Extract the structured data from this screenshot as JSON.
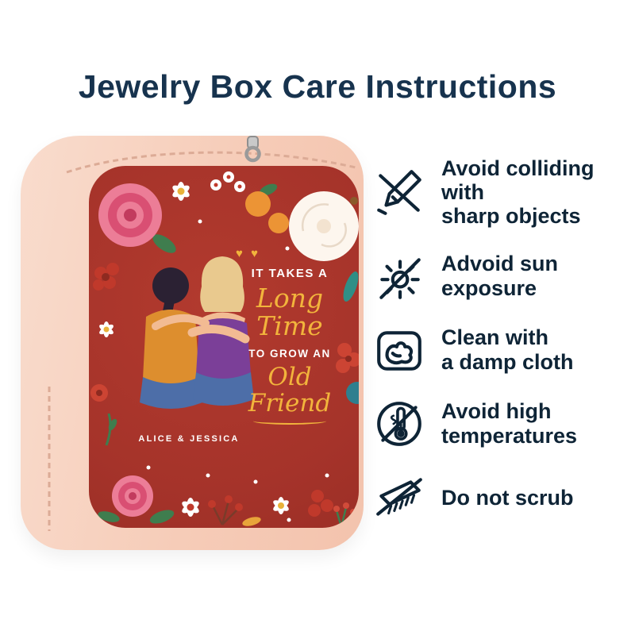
{
  "title": "Jewelry Box Care Instructions",
  "box": {
    "hearts": "♥ ♥",
    "quote_line1": "IT TAKES A",
    "quote_line2": "Long Time",
    "quote_line3": "TO GROW AN",
    "quote_line4": "Old Friend",
    "names": "ALICE & JESSICA"
  },
  "instructions": [
    {
      "icon": "no-sharp-objects-icon",
      "text": "Avoid colliding with\nsharp objects"
    },
    {
      "icon": "no-sun-exposure-icon",
      "text": "Advoid sun exposure"
    },
    {
      "icon": "damp-cloth-icon",
      "text": "Clean with\na damp cloth"
    },
    {
      "icon": "no-high-temperature-icon",
      "text": "Avoid high\ntemperatures"
    },
    {
      "icon": "no-scrub-icon",
      "text": "Do not scrub"
    }
  ],
  "colors": {
    "title_navy": "#17334e",
    "instruction_text": "#0e2436",
    "box_peach": "#f6ccb8",
    "panel_red": "#a9352b",
    "gold": "#f2b43c",
    "purple_top": "#7b3f98",
    "orange_top": "#dd8e2e",
    "jeans_blue": "#4d6ea8"
  }
}
